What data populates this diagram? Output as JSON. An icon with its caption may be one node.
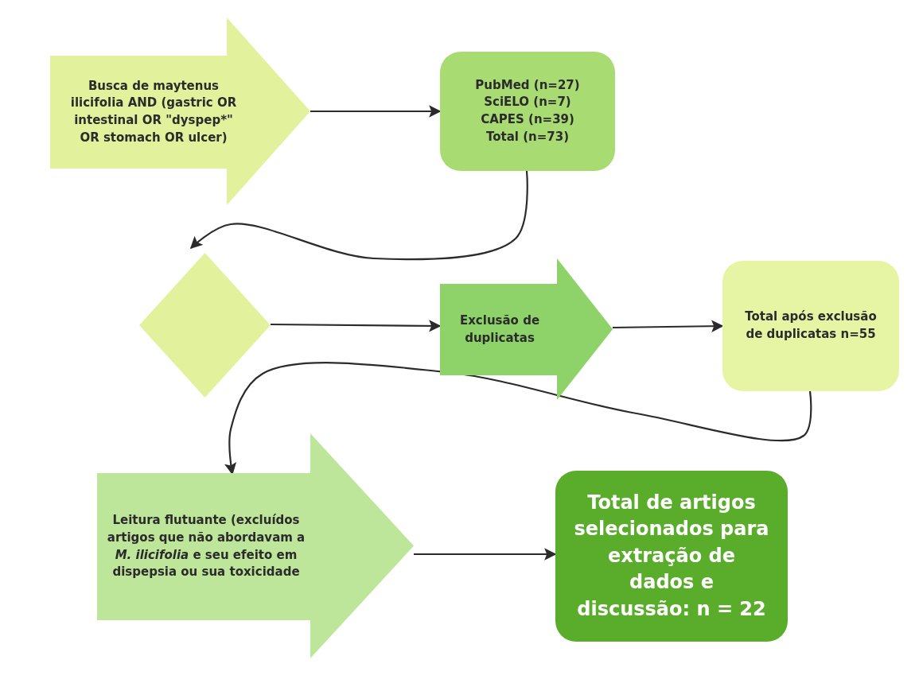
{
  "diagram": {
    "nodes": [
      {
        "text": [
          "Busca de maytenus ilicifolia AND (gastric OR intestinal OR \"dyspep*\" OR stomach OR ulcer)"
        ]
      },
      {
        "text": [
          "PubMed (n=27)",
          "SciELO (n=7)",
          "CAPES (n=39)",
          "Total (n=73)"
        ]
      },
      {
        "text": [],
        "shape": "diamond"
      },
      {
        "text": [
          "Exclusão de duplicatas"
        ]
      },
      {
        "text": [
          "Total após exclusão de duplicatas n=55"
        ]
      },
      {
        "text": [
          "Leitura flutuante (excluídos artigos que não abordavam a *M. ilicifolia* e seu efeito em dispepsia ou sua toxicidade"
        ]
      },
      {
        "text": [
          "Total de artigos selecionados para extração de dados e discussão: n = 22"
        ]
      }
    ],
    "edges": [
      {
        "from": 0,
        "to": 1,
        "arrow": "to"
      },
      {
        "from": 1,
        "to": 2,
        "arrow": "to"
      },
      {
        "from": 2,
        "to": 3,
        "arrow": "to"
      },
      {
        "from": 3,
        "to": 4,
        "arrow": "to"
      },
      {
        "from": 4,
        "to": 5,
        "arrow": "to"
      },
      {
        "from": 5,
        "to": 6,
        "arrow": "to"
      }
    ]
  }
}
